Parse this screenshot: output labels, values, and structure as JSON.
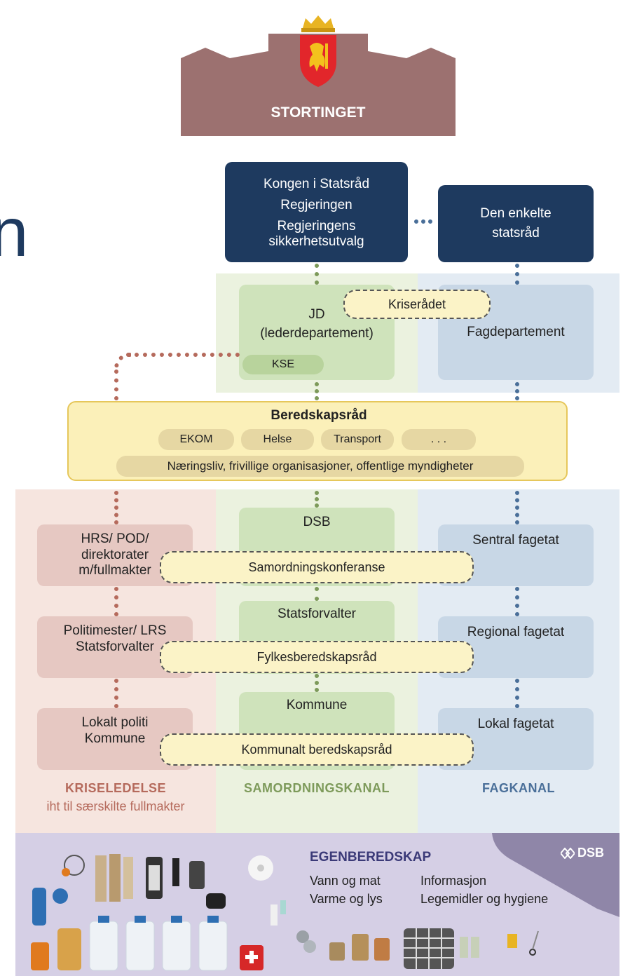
{
  "header": {
    "partial_title": "n",
    "parliament_label": "STORTINGET"
  },
  "top": {
    "government": {
      "line1": "Kongen i Statsråd",
      "line2": "Regjeringen",
      "line3": "Regjeringens",
      "line4": "sikkerhetsutvalg"
    },
    "minister": {
      "line1": "Den enkelte",
      "line2": "statsråd"
    }
  },
  "departments": {
    "lead_line1": "JD",
    "lead_line2": "(lederdepartement)",
    "kse": "KSE",
    "crisis_council": "Kriserådet",
    "sector": "Fagdepartement"
  },
  "preparedness": {
    "title": "Beredskapsråd",
    "sectors": [
      "EKOM",
      "Helse",
      "Transport",
      ". . ."
    ],
    "stakeholders": "Næringsliv, frivillige organisasjoner, offentlige myndigheter"
  },
  "crisis_column": {
    "level1_line1": "HRS/ POD/",
    "level1_line2": "direktorater",
    "level1_line3": "m/fullmakter",
    "level2_line1": "Politimester/ LRS",
    "level2_line2": "Statsforvalter",
    "level3_line1": "Lokalt politi",
    "level3_line2": "Kommune",
    "label": "KRISELEDELSE",
    "sublabel": "iht til særskilte fullmakter"
  },
  "coordination_column": {
    "level1": "DSB",
    "level2": "Statsforvalter",
    "level3": "Kommune",
    "label": "SAMORDNINGSKANAL"
  },
  "sector_column": {
    "level1": "Sentral fagetat",
    "level2": "Regional fagetat",
    "level3": "Lokal fagetat",
    "label": "FAGKANAL"
  },
  "forums": {
    "national": "Samordningskonferanse",
    "regional": "Fylkesberedskapsråd",
    "local": "Kommunalt beredskapsråd"
  },
  "self_preparedness": {
    "title": "EGENBEREDSKAP",
    "items_left": [
      "Vann og mat",
      "Varme og lys"
    ],
    "items_right": [
      "Informasjon",
      "Legemidler og hygiene"
    ],
    "brand": "DSB"
  },
  "colors": {
    "navy": "#1e3a5f",
    "building": "#9c7170",
    "crisis": "#b56a5c",
    "coordination": "#7d9a5a",
    "sector": "#4a6f99",
    "yellow": "#fbf0b9",
    "footer": "#d5cfe5"
  }
}
